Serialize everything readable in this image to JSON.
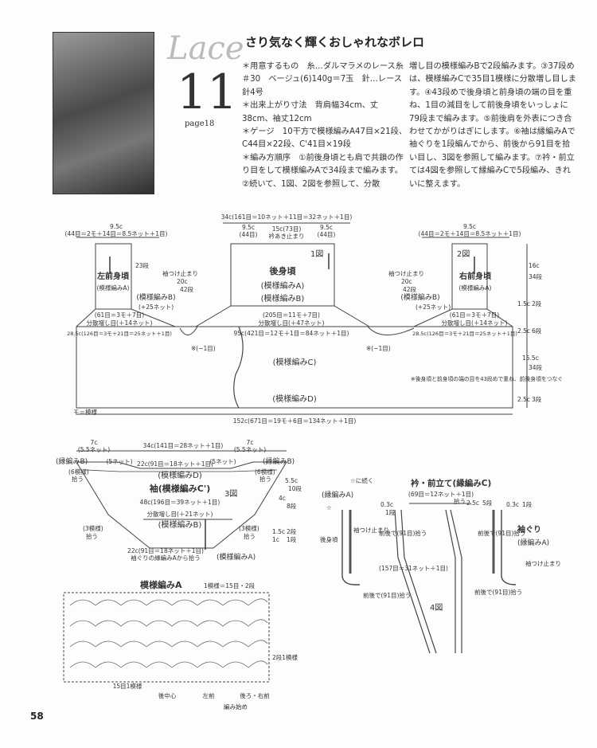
{
  "header": {
    "lace_word": "Lace",
    "lace_number": "11",
    "lace_page": "page18",
    "title": "さり気なく輝くおしゃれなボレロ"
  },
  "body_left": "＊用意するもの　糸…ダルマラメのレース糸＃30　ベージュ(6)140g＝7玉　針…レース針4号\n＊出来上がり寸法　背肩幅34cm、丈38cm、袖丈12cm\n＊ゲージ　10干方で模様編みA47目×21段、C44目×22段、C'41目×19段\n＊編み方順序　①前後身頃とも肩で共鎖の作り目をして模様編みAで34段まで編みます。②続いて、1図、2図を参照して、分散",
  "body_right": "増し目の模様編みBで2段編みます。③37段めは、模様編みCで35目1模様に分散増し目します。④43段めで後身頃と前身頃の端の目を重ね、1目の減目をして前後身頃をいっしょに79段まで編みます。⑤前後肩を外表につき合わせてかがりはぎにします。⑥袖は縁編みAで袖ぐりを1段編んでから、前後から91目を拾い目し、3図を参照して編みます。⑦衿・前立ては4図を参照して縁編みCで5段編み、きれいに整えます。",
  "fig1": {
    "top_total": "34c(161目＝10ネット＋11目＝32ネット＋1目)",
    "left_shoulder_c": "9.5c",
    "left_shoulder_st": "(44目＝2モ＋14目＝8.5ネット＋1目)",
    "right_shoulder_c": "9.5c",
    "right_shoulder_st": "(44目＝2モ＋14目＝8.5ネット＋1目)",
    "back_shoulder_left": "9.5c",
    "back_shoulder_left_st": "(44目)",
    "back_neck": "15c(73目)",
    "back_neck_label": "衿あき止まり",
    "back_shoulder_right": "9.5c",
    "back_shoulder_right_st": "(44目)",
    "fig1_label": "1図",
    "fig2_label": "2図",
    "left_front": "左前身頃",
    "left_front_pat": "(模様編みA)",
    "right_front": "右前身頃",
    "right_front_pat": "(模様編みA)",
    "back_body": "後身頃",
    "back_pat_a": "(模様編みA)",
    "back_pat_b": "(模様編みB)",
    "left_pat_b": "(模様編みB)",
    "right_pat_b": "(模様編みB)",
    "rows_23": "23段",
    "sleeve_stop": "袖つけ止まり",
    "c20": "20c",
    "rows_42": "42段",
    "plus_25": "(+25ネット)",
    "plus_25_right": "(+25ネット)",
    "left_61": "(61目＝3モ＋7目)",
    "left_dist": "分散増し目(＋14ネット)",
    "right_61": "(61目＝3モ＋7目)",
    "right_dist": "分散増し目(＋14ネット)",
    "back_205": "(205目＝11モ＋7目)",
    "back_dist": "分散増し目(＋47ネット)",
    "row_c95": "95c(421目＝12モ＋1目＝84ネット＋1目)",
    "row_left_285": "28.5c(126目＝3モ＋21目＝25ネット＋1目)",
    "row_right_285": "28.5c(126目＝3モ＋21目＝25ネット＋1目)",
    "minus1_left": "※(−1目)",
    "minus1_right": "※(−1目)",
    "pattern_c": "(模様編みC)",
    "pattern_d": "(模様編みD)",
    "note": "※後身頃と前身頃の端の目を43段めで重ね、前後身頃をつなぐ",
    "mo": "モ＝模様",
    "bottom_total": "152c(671目＝19モ＋6目＝134ネット＋1目)",
    "r_16c": "16c",
    "r_34": "34段",
    "r_15c": "1.5c",
    "r_2": "2段",
    "r_25c": "2.5c",
    "r_6": "6段",
    "r_155c": "15.5c",
    "r_34b": "34段",
    "r_25c_b": "2.5c",
    "r_3": "3段"
  },
  "fig3": {
    "top_total": "34c(141目＝28ネット＋1目)",
    "left_7c": "7c",
    "left_55": "(5.5ネット)",
    "right_7c": "7c",
    "right_55": "(5.5ネット)",
    "net5_l": "(5ネット)",
    "net5_r": "(5ネット)",
    "c22": "22c(91目＝18ネット＋1目)",
    "edge_b_l": "(縁編みB)",
    "edge_b_r": "(縁編みB)",
    "rows6_l": "(6模様)",
    "rows6_r": "(6模様)",
    "pick_l": "拾う",
    "pick_r": "拾う",
    "pat_d": "(模様編みD)",
    "sleeve": "袖(模様編みC')",
    "fig3_label": "3図",
    "c48": "48c(196目＝39ネット＋1目)",
    "dist": "分散増し目(＋21ネット)",
    "pat_b": "(模様編みB)",
    "rows3_l": "(3模様)",
    "pick3_l": "拾う",
    "rows3_r": "(3模様)",
    "pick3_r": "拾う",
    "bottom_c22": "22c(91目＝18ネット＋1目)",
    "bottom_pick": "袖ぐりの縁編みAから拾う",
    "pat_a": "(模様編みA)",
    "r55c": "5.5c",
    "r10": "10段",
    "r4c": "4c",
    "r8": "8段",
    "r15c": "1.5c",
    "r2": "2段",
    "r1c": "1c",
    "r1": "1段"
  },
  "fig4": {
    "title": "衿・前立て(縁編みC)",
    "star_cont": "☆に続く",
    "c69": "(69目＝12ネット＋1目)",
    "pick_top": "拾う",
    "edge_a_l": "(縁編みA)",
    "star": "☆",
    "c03_l": "0.3c",
    "rows1_l": "1段",
    "c25": "2.5c",
    "rows5": "5段",
    "c03_r": "0.3c",
    "rows1_r": "1段",
    "back_body": "後身頃",
    "sleeve_stop_l": "袖つけ止まり",
    "front_back_91_l": "前後で(91目)拾う",
    "c157": "(157目＝31ネット＋1目)",
    "front_back_91_r": "前後で(91目)拾う",
    "armhole": "袖ぐり",
    "armhole_pat": "(縁編みA)",
    "sleeve_stop_r": "袖つけ止まり",
    "front_back_91_b": "前後で(91目)拾う",
    "front_back_91_c": "前後で(91目)拾う",
    "fig4_label": "4図"
  },
  "pattern_a": {
    "title": "模様編みA",
    "repeat": "1模様＝15目・2段",
    "rows_2": "2段1模様",
    "st15": "15目1模様",
    "back_center": "後中心",
    "left_front": "左前",
    "back_right": "後ろ・右前",
    "start": "編み始め"
  },
  "page_number": "58"
}
